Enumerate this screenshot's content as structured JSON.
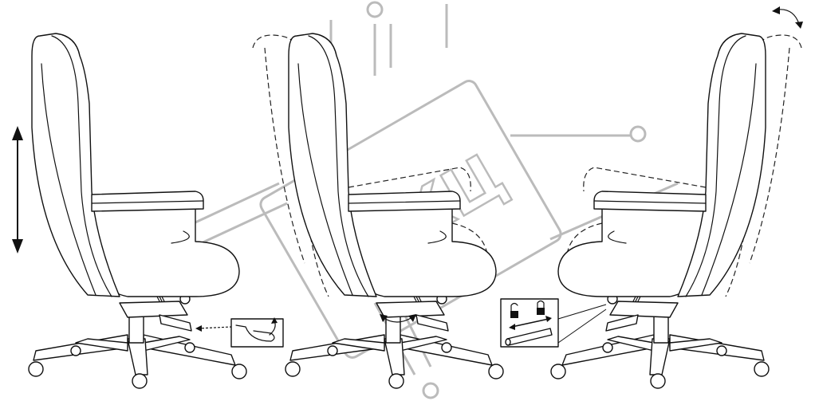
{
  "diagram": {
    "title_hidden": "",
    "panels": [
      {
        "id": "height-adjustment",
        "indicator": "vertical-double-arrow"
      },
      {
        "id": "tilt-adjustment",
        "indicator": "curved-arrow-knob"
      },
      {
        "id": "tilt-lock",
        "indicator": "lock-unlock-lever"
      }
    ],
    "watermark": {
      "text": "ККЦ",
      "color": "#bbbbbb"
    },
    "line_color": "#111111"
  }
}
